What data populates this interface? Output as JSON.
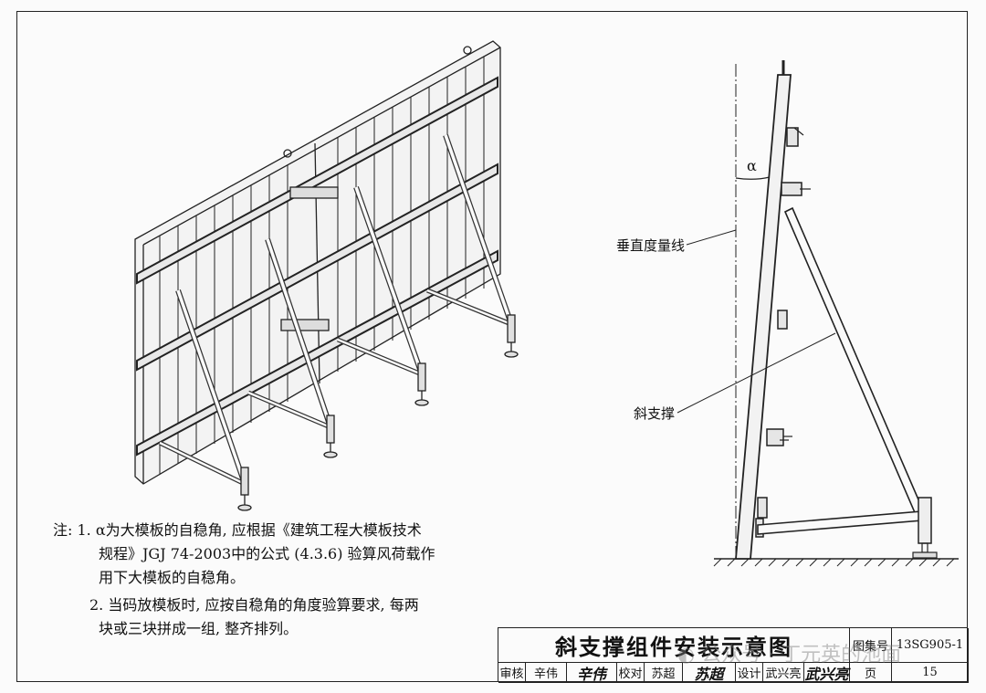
{
  "labels": {
    "alpha": "α",
    "vertical_line": "垂直度量线",
    "diagonal_brace": "斜支撑"
  },
  "notes": {
    "line1": "注: 1. α为大模板的自稳角, 应根据《建筑工程大模板技术",
    "line2": "规程》JGJ 74-2003中的公式 (4.3.6) 验算风荷载作",
    "line3": "用下大模板的自稳角。",
    "line4": "2. 当码放模板时, 应按自稳角的角度验算要求, 每两",
    "line5": "块或三块拼成一组, 整齐排列。"
  },
  "title_block": {
    "title": "斜支撑组件安装示意图",
    "atlas_label": "图集号",
    "atlas_no": "13SG905-1",
    "review_label": "审核",
    "review_name": "辛伟",
    "review_sig": "辛伟",
    "check_label": "校对",
    "check_name": "苏超",
    "check_sig": "苏超",
    "design_label": "设计",
    "design_name": "武兴亮",
    "design_sig": "武兴亮",
    "page_label": "页",
    "page_no": "15"
  },
  "watermark": "◐ 公众号 · 丁元英的池面"
}
